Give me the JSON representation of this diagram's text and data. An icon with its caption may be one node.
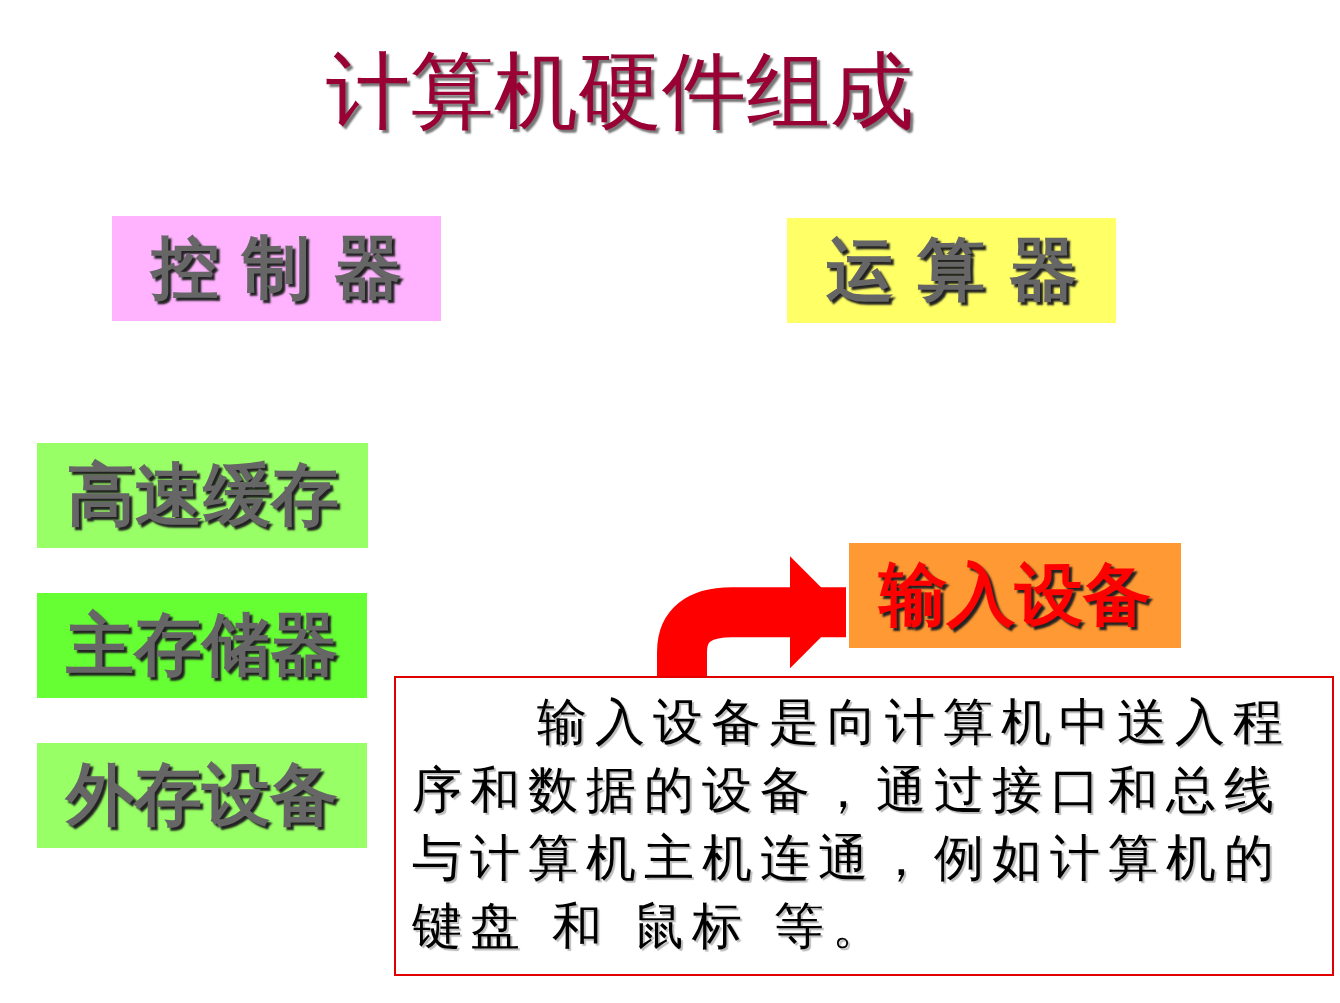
{
  "diagram": {
    "title": "计算机硬件组成",
    "nodes": [
      {
        "text": [
          "控 制 器"
        ]
      },
      {
        "text": [
          "运 算 器"
        ]
      },
      {
        "text": [
          "高速缓存"
        ]
      },
      {
        "text": [
          "主存储器"
        ]
      },
      {
        "text": [
          "外存设备"
        ]
      },
      {
        "text": [
          "输入设备"
        ]
      },
      {
        "text": [
          "输入设备是向计算机中送入程序和数据的设备，通过接口和总线与计算机主机连通，例如计算机的键盘 和 鼠标 等。"
        ]
      }
    ],
    "edges": [
      {
        "from": 6,
        "to": 5,
        "arrow": "to"
      }
    ]
  }
}
